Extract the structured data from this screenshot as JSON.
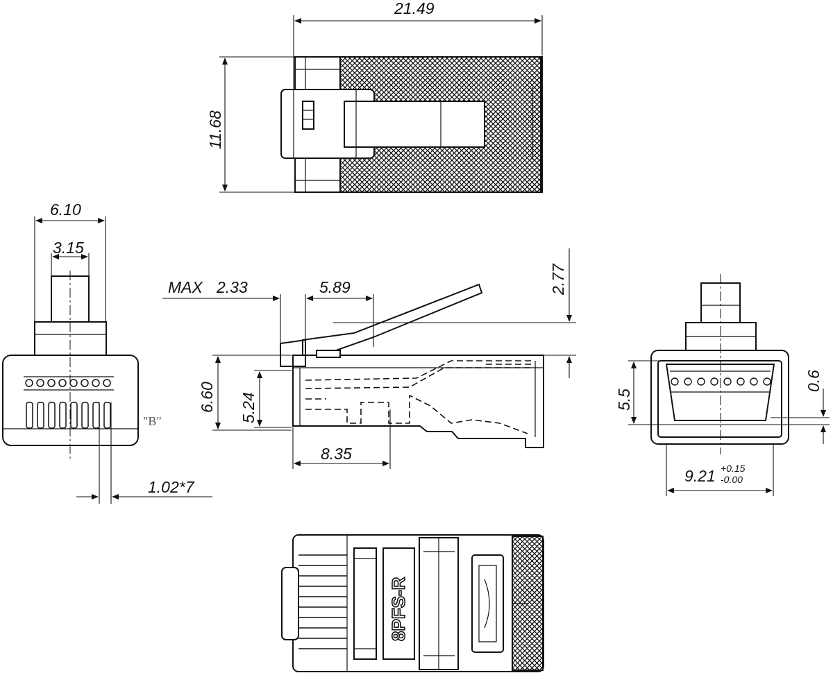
{
  "dimensions": {
    "length_top": "21.49",
    "height_top": "11.68",
    "front_width": "6.10",
    "tab_width": "3.15",
    "pin_pitch": "1.02*7",
    "max_label": "MAX",
    "max_value": "2.33",
    "latch_offset": "5.89",
    "latch_height": "2.77",
    "body_height": "6.60",
    "inner_height": "5.24",
    "contact_length": "8.35",
    "opening_height": "5.5",
    "opening_gap": "0.6",
    "opening_width": "9.21",
    "tol_plus": "+0.15",
    "tol_minus": "-0.00"
  },
  "labels": {
    "view_b": "\"B\"",
    "part_number": "8PFS-R"
  }
}
